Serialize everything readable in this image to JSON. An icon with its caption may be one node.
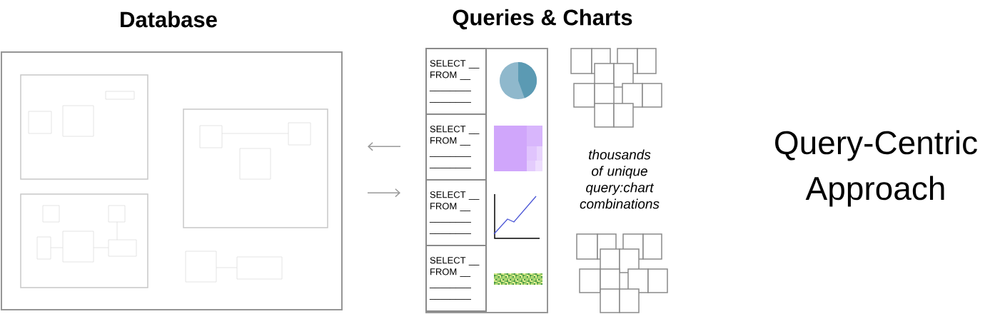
{
  "diagram": {
    "nodes": [
      {
        "text": [
          "Database"
        ]
      },
      {
        "text": [
          "Queries & Charts"
        ]
      },
      {
        "text": [
          "SELECT __ FROM __ ________ ________"
        ],
        "in": 1
      },
      {
        "text": [
          "SELECT __ FROM __ ________ ________"
        ],
        "in": 1
      },
      {
        "text": [
          "SELECT __ FROM __ ________ ________"
        ],
        "in": 1
      },
      {
        "text": [
          "SELECT __ FROM __ ________ ________"
        ],
        "in": 1
      }
    ],
    "edges": [
      {
        "from": 1,
        "to": 0,
        "arrow": "to"
      },
      {
        "from": 0,
        "to": 1,
        "arrow": "to"
      }
    ],
    "labels": [
      "thousands of unique query:chart combinations",
      "Query-Centric Approach"
    ]
  }
}
